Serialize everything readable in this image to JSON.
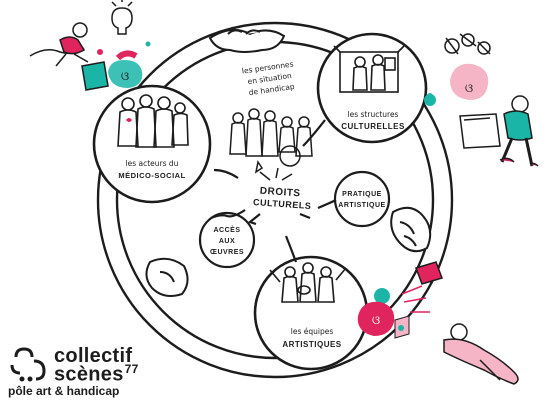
{
  "diagram": {
    "nodes": {
      "center_people": {
        "lines": [
          "les personnes",
          "en situation",
          "de handicap"
        ]
      },
      "center_rights": {
        "lines": [
          "DROITS",
          "CULTURELS"
        ]
      },
      "medico": {
        "lines": [
          "les acteurs du",
          "MÉDICO-SOCIAL"
        ]
      },
      "structures": {
        "lines": [
          "les structures",
          "CULTURELLES"
        ]
      },
      "equipes": {
        "lines": [
          "les équipes",
          "ARTISTIQUES"
        ]
      },
      "pratique": {
        "lines": [
          "PRATIQUE",
          "ARTISTIQUE"
        ]
      },
      "acces": {
        "lines": [
          "ACCÈS",
          "AUX",
          "ŒUVRES"
        ]
      }
    }
  },
  "logo": {
    "line1": "collectif",
    "line2": "scènes",
    "num": "77",
    "sub": "pôle art & handicap"
  },
  "colors": {
    "accent_pink": "#e0245e",
    "accent_teal": "#1bb5a8",
    "light_pink": "#f5b5c6",
    "ink": "#1c1c1c"
  }
}
